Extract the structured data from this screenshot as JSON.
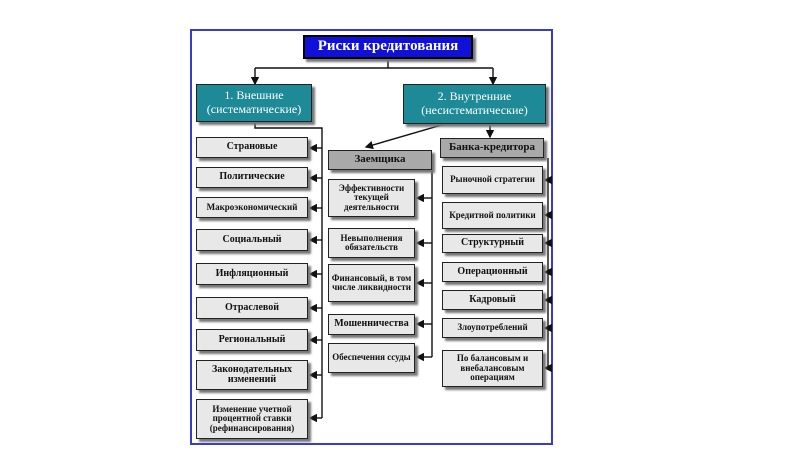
{
  "title": "Риски кредитования",
  "external": {
    "label_line1": "1. Внешние",
    "label_line2": "(систематические)",
    "items": [
      "Страновые",
      "Политические",
      "Макроэкономический",
      "Социальный",
      "Инфляционный",
      "Отраслевой",
      "Региональный",
      "Законодательных изменений",
      "Изменение учетной процентной ставки (рефинансирования)"
    ]
  },
  "internal": {
    "label_line1": "2. Внутренние",
    "label_line2": "(несистематические)",
    "borrower": {
      "label": "Заемщика",
      "items": [
        "Эффективности текущей деятельности",
        "Невыполнения обязательств",
        "Финансовый, в том числе ликвидности",
        "Мошенничества",
        "Обеспечения ссуды"
      ]
    },
    "bank": {
      "label": "Банка-кредитора",
      "items": [
        "Рыночной стратегии",
        "Кредитной политики",
        "Структурный",
        "Операционный",
        "Кадровый",
        "Злоупотреблений",
        "По балансовым и внебалансовым операциям"
      ]
    }
  }
}
